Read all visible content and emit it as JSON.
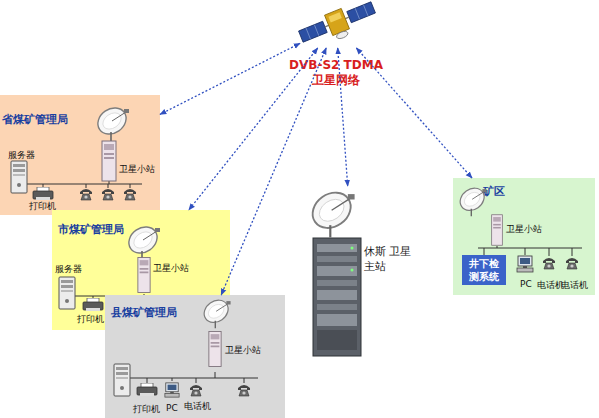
{
  "diagram": {
    "nodes": [
      {
        "text": [
          "DVB-S2 TDMA 卫星网络"
        ]
      },
      {
        "text": [
          "省煤矿管理局"
        ]
      },
      {
        "text": [
          "市煤矿管理局"
        ]
      },
      {
        "text": [
          "县煤矿管理局"
        ]
      },
      {
        "text": [
          "休斯 卫星主站"
        ]
      },
      {
        "text": [
          "矿区"
        ]
      },
      {
        "text": [
          "井下检测系统"
        ],
        "in": 5
      }
    ],
    "edges": [
      {
        "from": 0,
        "to": 1,
        "arrow": "both"
      },
      {
        "from": 0,
        "to": 2,
        "arrow": "both"
      },
      {
        "from": 0,
        "to": 3,
        "arrow": "both"
      },
      {
        "from": 0,
        "to": 4,
        "arrow": "both"
      },
      {
        "from": 0,
        "to": 5,
        "arrow": "both"
      }
    ],
    "labels": [
      "服务器",
      "卫星小站",
      "打印机",
      "服务器",
      "卫星小站",
      "打印机",
      "卫星小站",
      "打印机",
      "PC",
      "电话机",
      "卫星小站",
      "PC",
      "电话机",
      "电话机"
    ]
  }
}
